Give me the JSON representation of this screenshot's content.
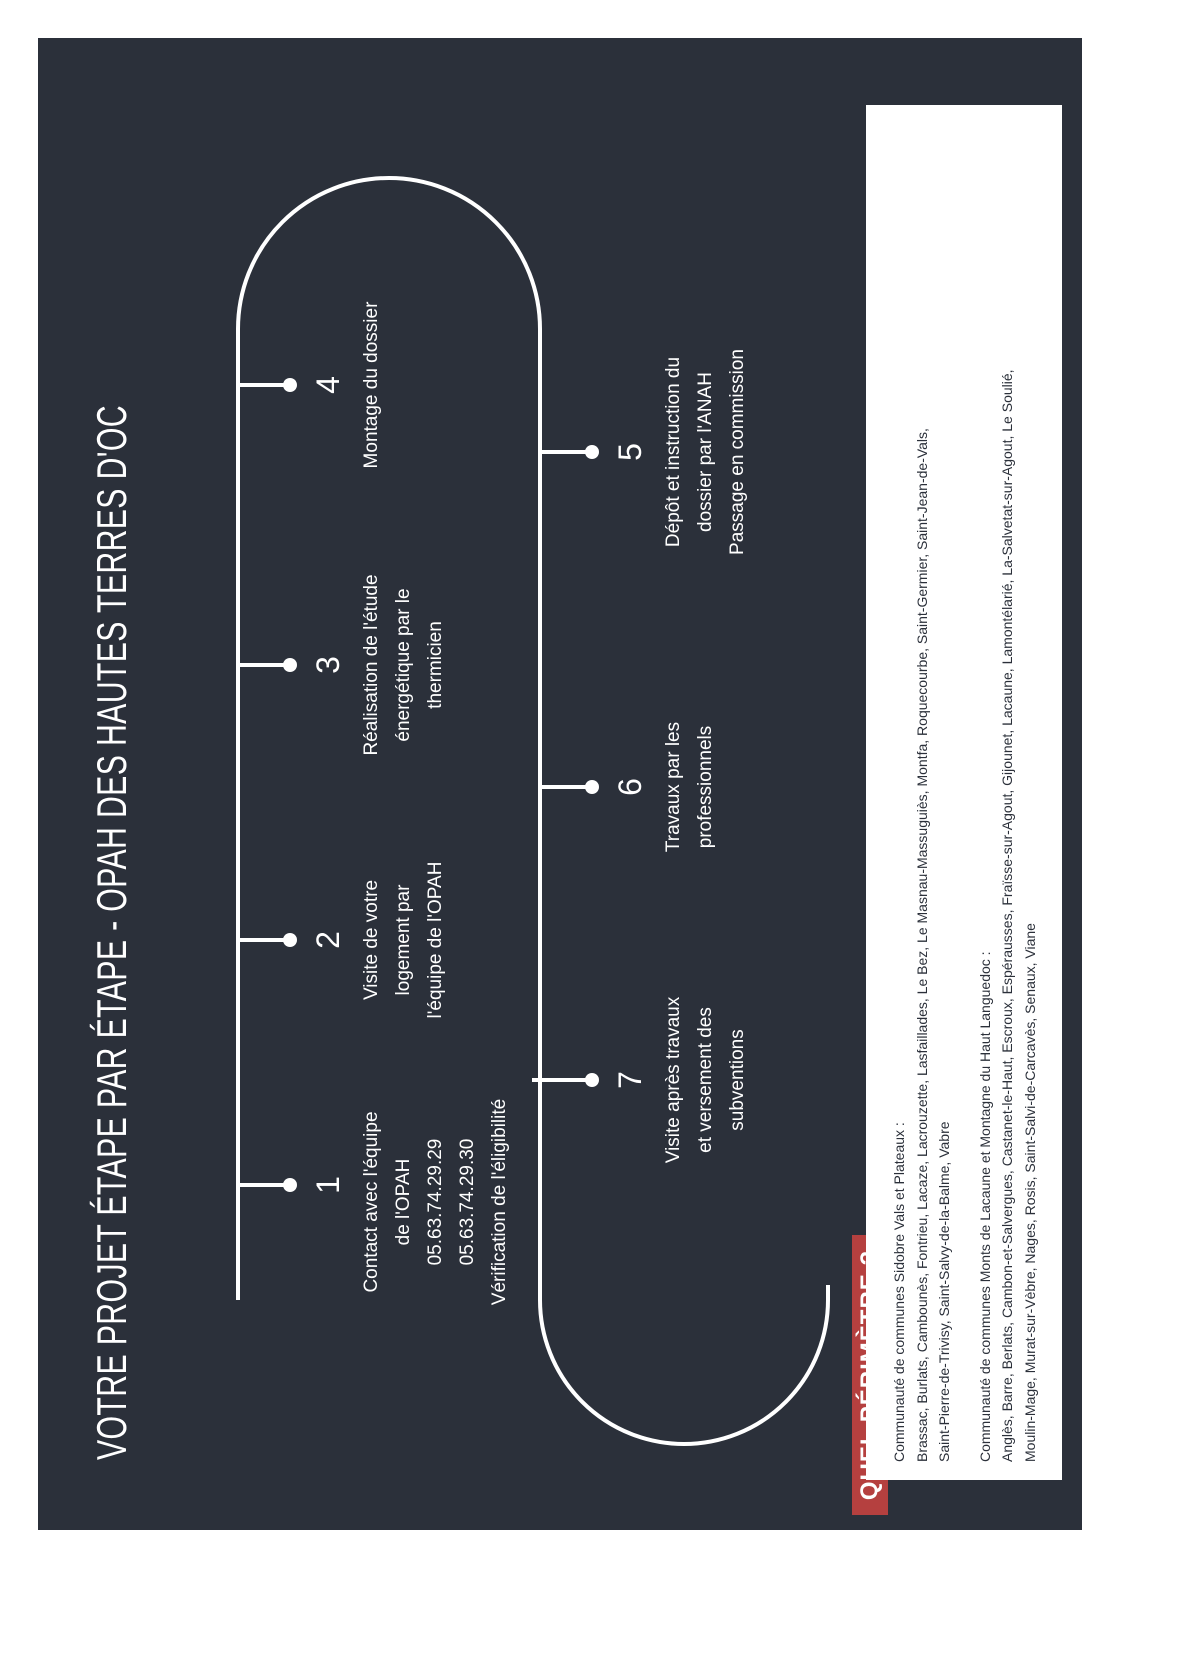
{
  "title": "VOTRE PROJET ÉTAPE PAR ÉTAPE - OPAH DES HAUTES TERRES D'OC",
  "colors": {
    "background": "#2b303a",
    "accent": "#b5403f",
    "line": "#ffffff"
  },
  "steps": [
    {
      "number": "1",
      "lines": [
        "Contact avec l'équipe",
        "de l'OPAH",
        "05.63.74.29.29",
        "05.63.74.29.30",
        "Vérification de l'éligibilité"
      ]
    },
    {
      "number": "2",
      "lines": [
        "Visite de votre",
        "logement par",
        "l'équipe de l'OPAH"
      ]
    },
    {
      "number": "3",
      "lines": [
        "Réalisation de l'étude",
        "énergétique par le",
        "thermicien"
      ]
    },
    {
      "number": "4",
      "lines": [
        "Montage du dossier"
      ]
    },
    {
      "number": "5",
      "lines": [
        "Dépôt et instruction du",
        "dossier par l'ANAH",
        "Passage en commission"
      ]
    },
    {
      "number": "6",
      "lines": [
        "Travaux par les",
        "professionnels"
      ]
    },
    {
      "number": "7",
      "lines": [
        "Visite après travaux",
        "et versement des",
        "subventions"
      ]
    }
  ],
  "perimetre": {
    "badge": "QUEL PÉRIMÈTRE ?",
    "groups": [
      {
        "heading": "Communauté de communes Sidobre Vals et Plateaux :",
        "lines": [
          "Brassac, Burlats, Cambounès, Fontrieu, Lacaze, Lacrouzette, Lasfaillades, Le Bez, Le Masnau-Massuguiès, Montfa, Roquecourbe, Saint-Germier, Saint-Jean-de-Vals,",
          "Saint-Pierre-de-Trivisy, Saint-Salvy-de-la-Balme, Vabre"
        ]
      },
      {
        "heading": "Communauté de communes Monts de Lacaune et Montagne du Haut Languedoc :",
        "lines": [
          "Anglès, Barre, Berlats, Cambon-et-Salvergues, Castanet-le-Haut, Escroux, Espérausses, Fraïsse-sur-Agout, Gijounet, Lacaune, Lamontélarié, La-Salvetat-sur-Agout, Le Soulié,",
          "Moulin-Mage, Murat-sur-Vèbre, Nages, Rosis, Saint-Salvi-de-Carcavès, Senaux, Viane"
        ]
      }
    ]
  }
}
